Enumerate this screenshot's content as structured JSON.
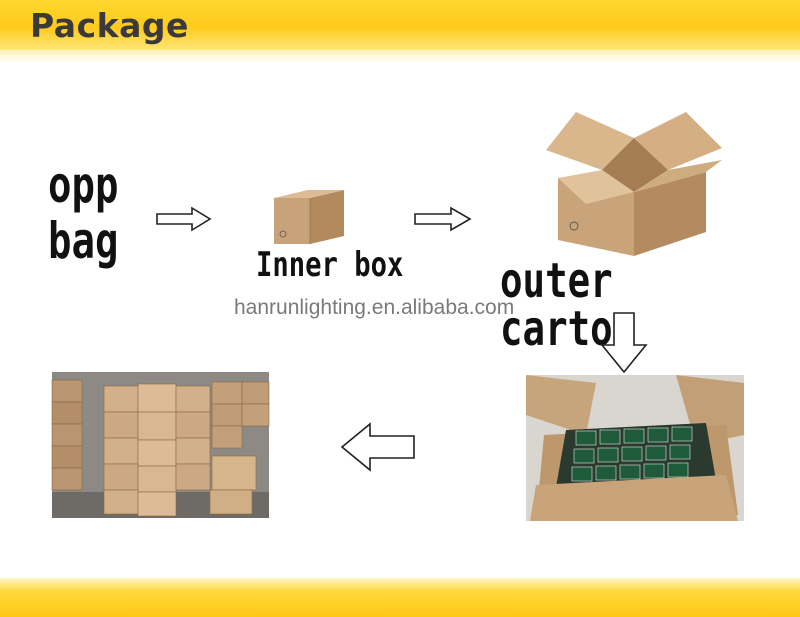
{
  "header": {
    "title": "Package"
  },
  "steps": {
    "opp_line1": "opp",
    "opp_line2": "bag",
    "inner_box": "Inner box",
    "outer_carton": "outer carton"
  },
  "watermark": "hanrunlighting.en.alibaba.com",
  "colors": {
    "accent": "#ffd11f",
    "cardboard": "#c9a57a",
    "text": "#111111"
  },
  "icons": [
    "arrow-right-icon",
    "arrow-down-icon",
    "arrow-left-icon",
    "recycle-icon"
  ]
}
